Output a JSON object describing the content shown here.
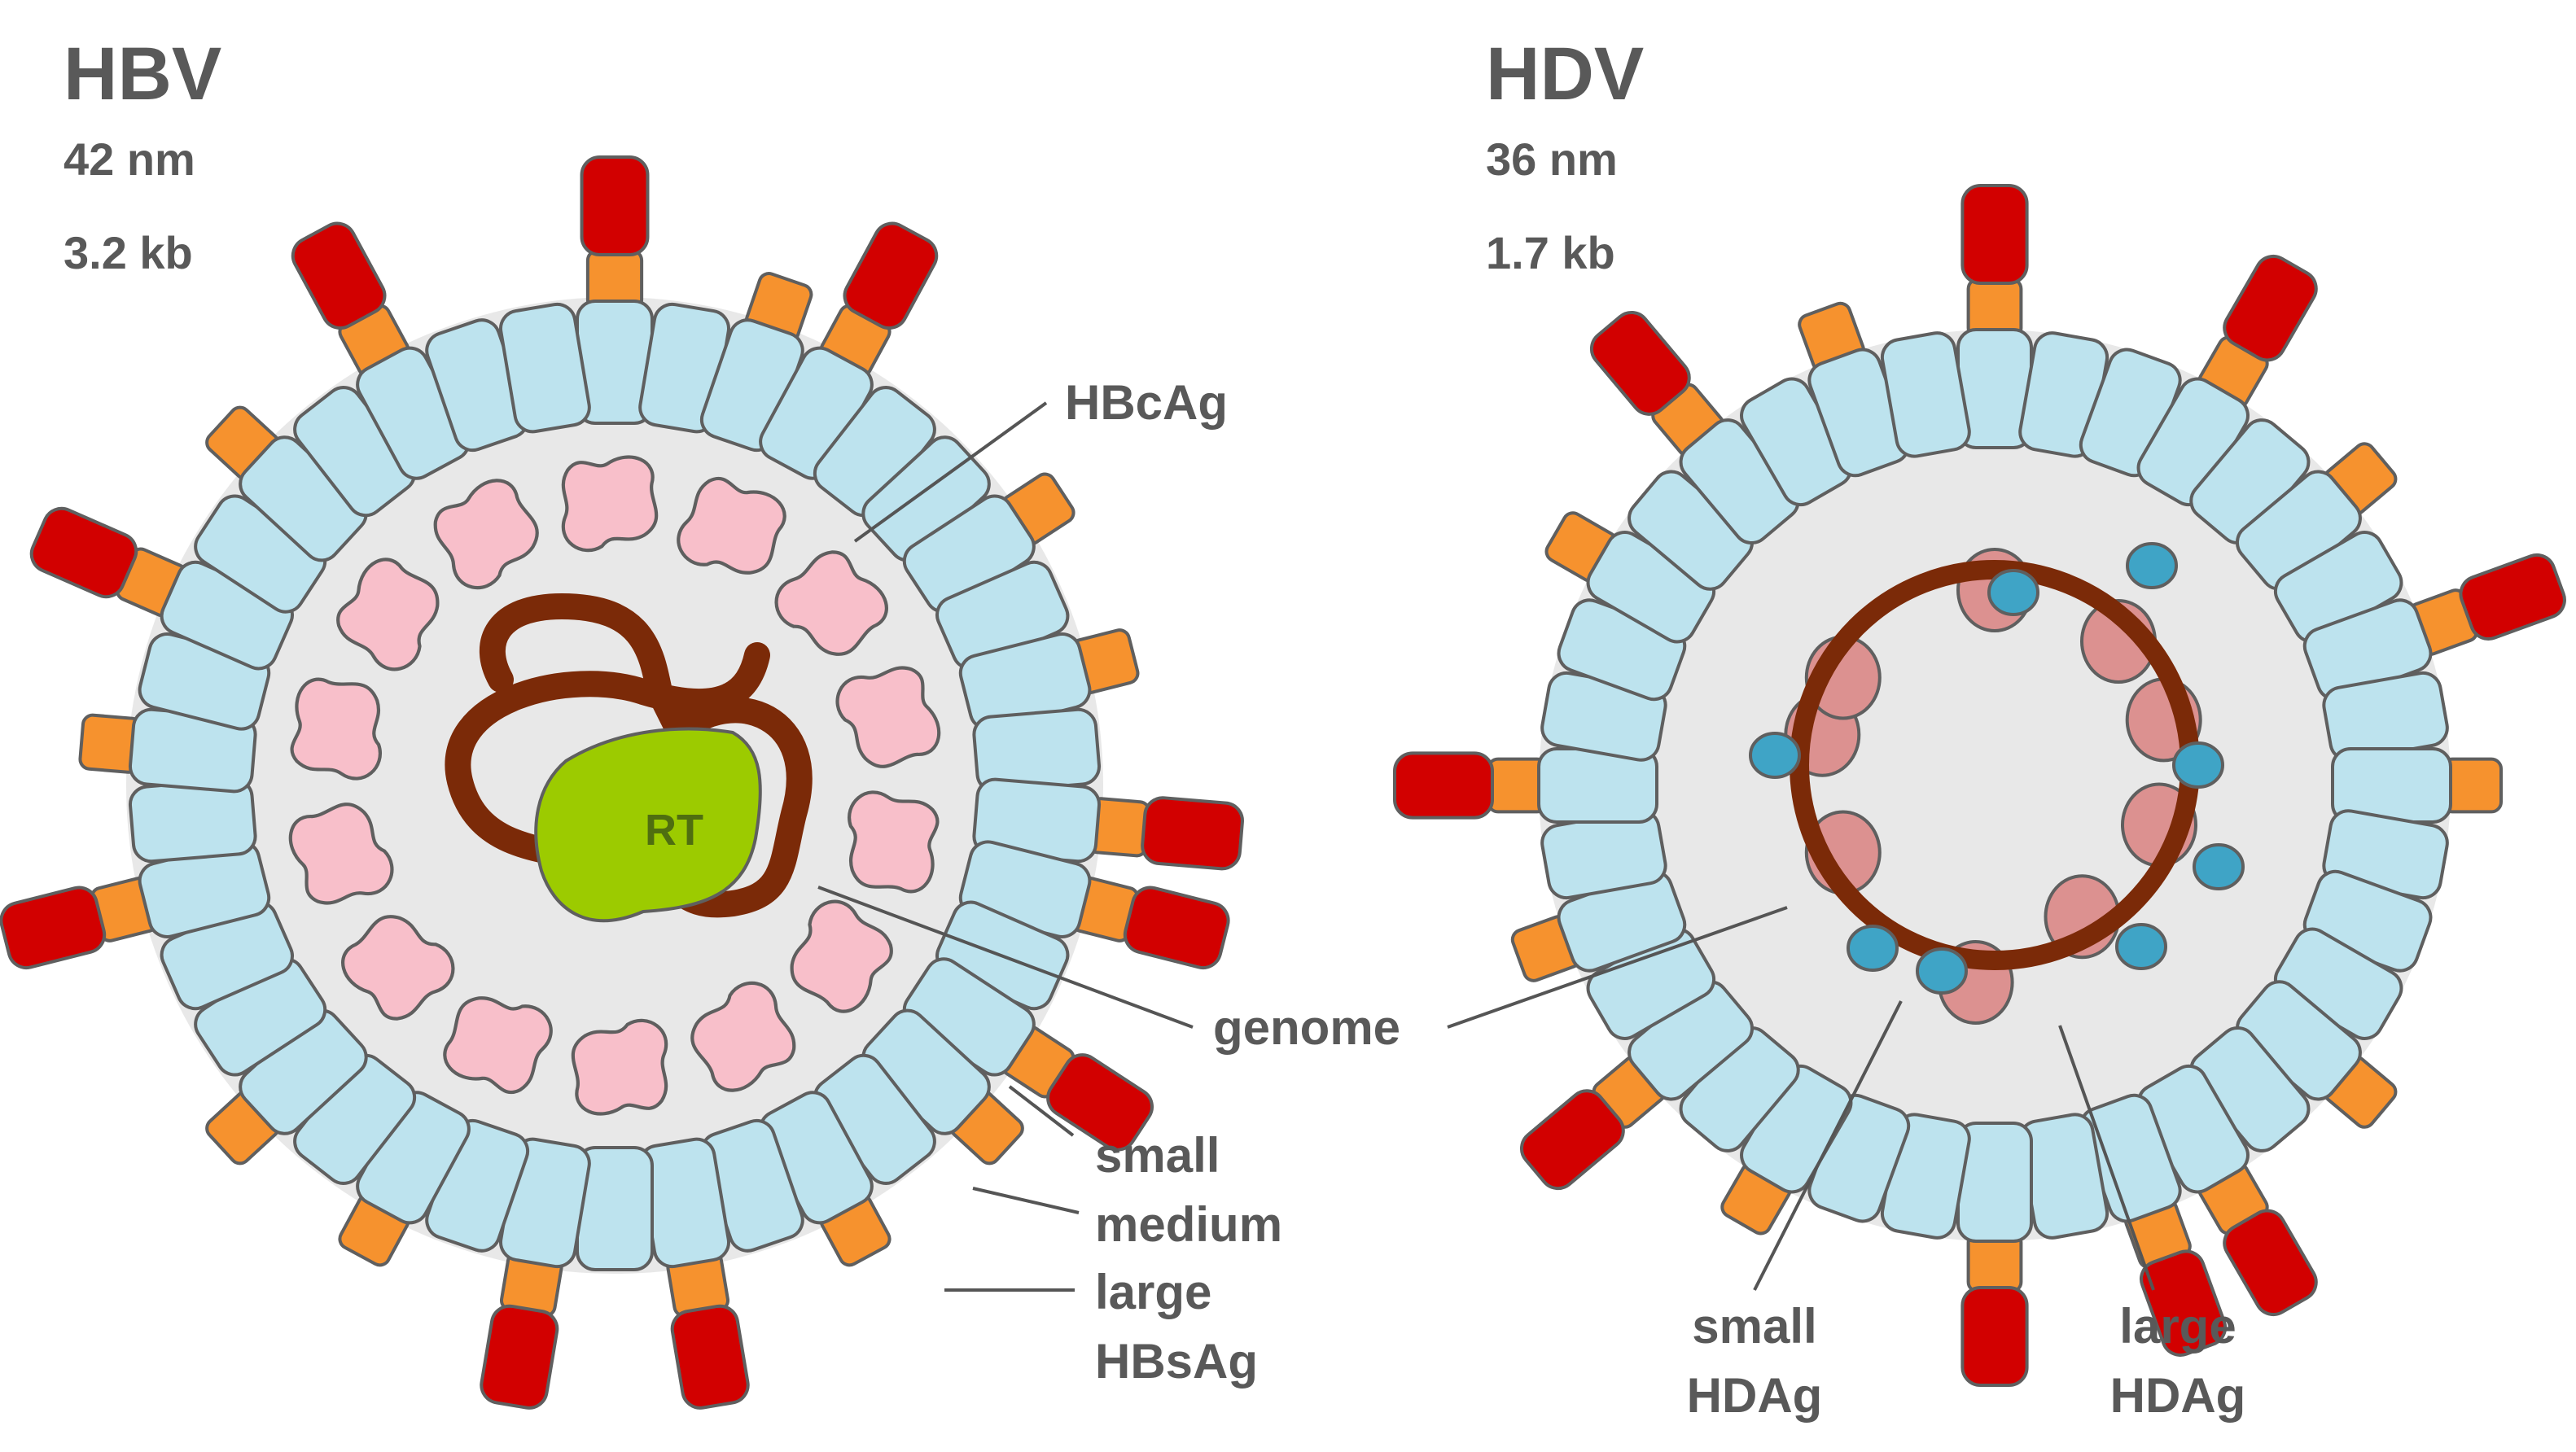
{
  "colors": {
    "envelope": "#e8e8e8",
    "outline": "#5f5f5f",
    "surface_protein": "#bde3ee",
    "hbsag_medium": "#f6922e",
    "hbsag_large": "#d20000",
    "hbcag": "#f8bfca",
    "genome": "#7b2a08",
    "rt": "#9ccb00",
    "large_hdag": "#dc9190",
    "small_hdag": "#3fa4c6"
  },
  "hbv": {
    "title": "HBV",
    "size": "42 nm",
    "genome_length": "3.2 kb",
    "enzyme_label": "RT",
    "labels": {
      "core": "HBcAg",
      "genome": "genome",
      "small": "small",
      "medium": "medium",
      "large": "large",
      "surface": "HBsAg"
    }
  },
  "hdv": {
    "title": "HDV",
    "size": "36 nm",
    "genome_length": "1.7 kb",
    "labels": {
      "small_line1": "small",
      "small_line2": "HDAg",
      "large_line1": "large",
      "large_line2": "HDAg"
    }
  }
}
